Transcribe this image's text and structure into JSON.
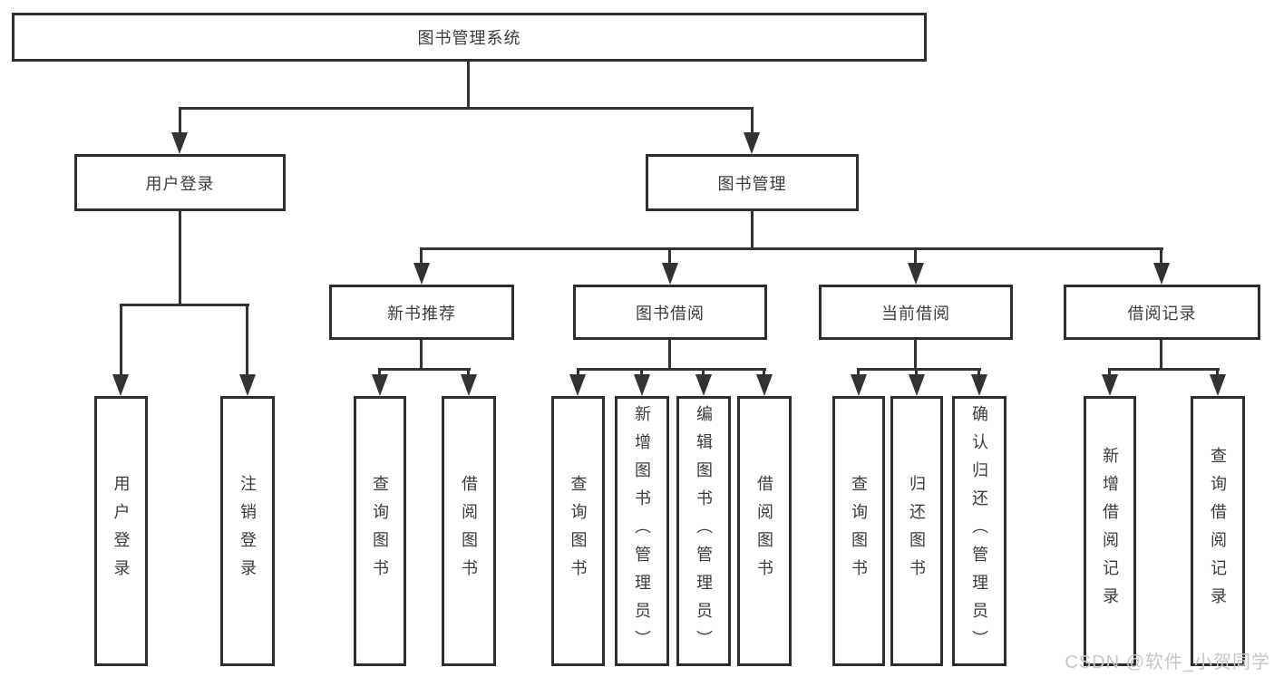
{
  "colors": {
    "background": "#ffffff",
    "box_fill": "#ffffff",
    "box_border": "#2e2e2e",
    "line": "#333333",
    "text": "#3c3c3c",
    "watermark": "#c7c7c7"
  },
  "diagram": {
    "root": {
      "label": "图书管理系统"
    },
    "level2": {
      "user_login": {
        "label": "用户登录"
      },
      "book_mgmt": {
        "label": "图书管理"
      }
    },
    "level3": {
      "new_books": {
        "label": "新书推荐"
      },
      "book_borrow": {
        "label": "图书借阅"
      },
      "current_borrow": {
        "label": "当前借阅"
      },
      "borrow_records": {
        "label": "借阅记录"
      }
    },
    "leaves": {
      "user_login_1": {
        "label": "用户登录"
      },
      "user_login_2": {
        "label": "注销登录"
      },
      "new_books_1": {
        "label": "查询图书"
      },
      "new_books_2": {
        "label": "借阅图书"
      },
      "book_borrow_1": {
        "label": "查询图书"
      },
      "book_borrow_2": {
        "label": "新增图书（管理员）"
      },
      "book_borrow_3": {
        "label": "编辑图书（管理员）"
      },
      "book_borrow_4": {
        "label": "借阅图书"
      },
      "current_borrow_1": {
        "label": "查询图书"
      },
      "current_borrow_2": {
        "label": "归还图书"
      },
      "current_borrow_3": {
        "label": "确认归还（管理员）"
      },
      "borrow_records_1": {
        "label": "新增借阅记录"
      },
      "borrow_records_2": {
        "label": "查询借阅记录"
      }
    }
  },
  "watermark": {
    "text": "CSDN @软件_小贺同学"
  }
}
